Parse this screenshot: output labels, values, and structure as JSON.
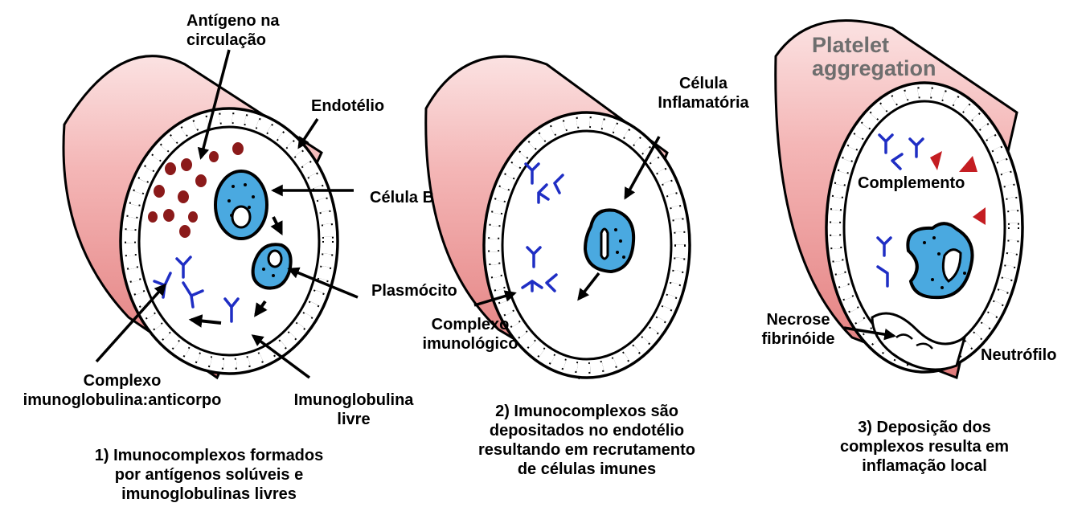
{
  "colors": {
    "vessel_outer": "#f7c9c9",
    "vessel_mid": "#ea8f8f",
    "vessel_dark": "#d96767",
    "cell_fill": "#4aa9e0",
    "antigen": "#8b1a1a",
    "antibody": "#1f2ec4",
    "complement": "#c41d22"
  },
  "icons": [
    "blood-vessel-icon",
    "b-cell-icon",
    "plasma-cell-icon",
    "antibody-icon",
    "antigen-dot-icon",
    "neutrophil-icon",
    "complement-triangle-icon"
  ],
  "panel1": {
    "antigen_label_line1": "Antígeno na",
    "antigen_label_line2": "circulação",
    "endothelium_label": "Endotélio",
    "bcell_label": "Célula B",
    "plasmocyte_label": "Plasmócito",
    "complex_label_line1": "Complexo",
    "complex_label_line2": "imunoglobulina:anticorpo",
    "free_ig_line1": "Imunoglobulina",
    "free_ig_line2": "livre",
    "caption_line1": "1) Imunocomplexos formados",
    "caption_line2": "por antígenos solúveis e",
    "caption_line3": "imunoglobulinas livres"
  },
  "panel2": {
    "inflam_line1": "Célula",
    "inflam_line2": "Inflamatória",
    "complex_line1": "Complexo",
    "complex_line2": "imunológico",
    "caption_line1": "2) Imunocomplexos são",
    "caption_line2": "depositados no endotélio",
    "caption_line3": "resultando em recrutamento",
    "caption_line4": "de células imunes"
  },
  "panel3": {
    "platelet_line1": "Platelet",
    "platelet_line2": "aggregation",
    "complement_label": "Complemento",
    "necrosis_line1": "Necrose",
    "necrosis_line2": "fibrinóide",
    "neutrophil_label": "Neutrófilo",
    "caption_line1": "3) Deposição dos",
    "caption_line2": "complexos resulta em",
    "caption_line3": "inflamação local"
  }
}
